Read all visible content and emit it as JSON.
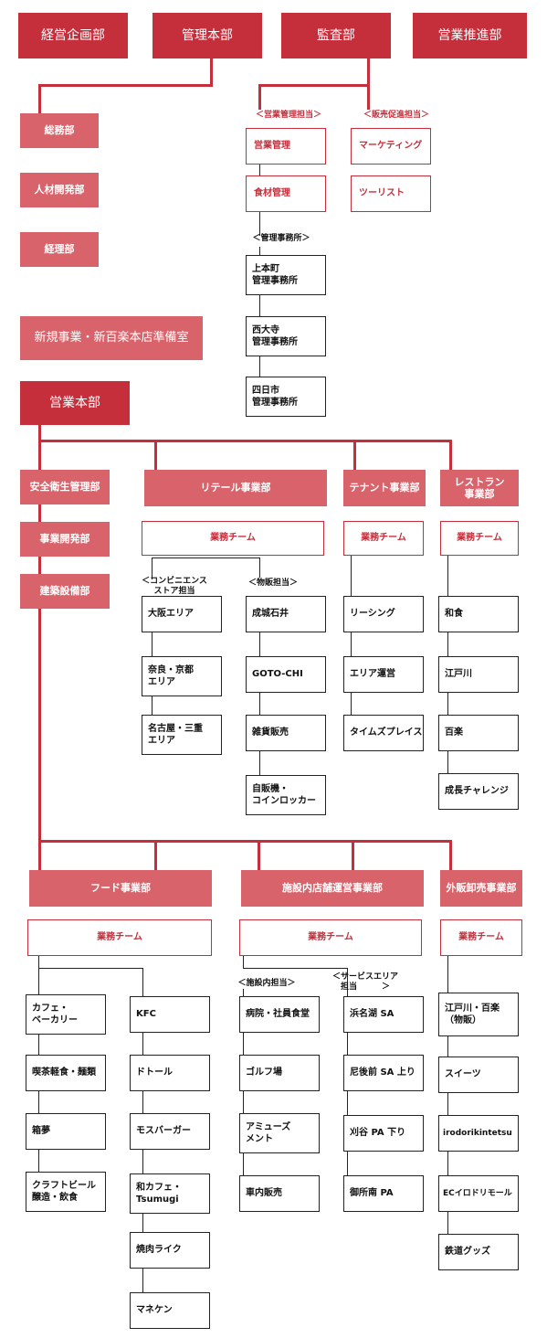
{
  "colors": {
    "primary": "#c52f3b",
    "secondary": "#d9636b",
    "line_dark": "#222222"
  },
  "top_units": [
    "経営企画部",
    "管理本部",
    "監査部",
    "営業推進部"
  ],
  "admin": [
    "総務部",
    "人材開発部",
    "経理部"
  ],
  "promo": {
    "sales_mgmt_label": "＜営業管理担当＞",
    "sales_promo_label": "＜販売促進担当＞",
    "sales_mgmt_items": [
      "営業管理",
      "食材管理"
    ],
    "sales_promo_items": [
      "マーケティング",
      "ツーリスト"
    ],
    "offices_label": "＜管理事務所＞",
    "offices": [
      "上本町\n管理事務所",
      "西大寺\n管理事務所",
      "四日市\n管理事務所"
    ]
  },
  "prep_office": "新規事業・新百楽本店準備室",
  "sales_hq": "営業本部",
  "staff_units": [
    "安全衛生管理部",
    "事業開発部",
    "建築設備部"
  ],
  "divisions": {
    "retail": "リテール事業部",
    "tenant": "テナント事業部",
    "restaurant": "レストラン\n事業部",
    "food": "フード事業部",
    "facility": "施設内店舗運営事業部",
    "wholesale": "外販卸売事業部"
  },
  "team_label": "業務チーム",
  "retail": {
    "convenience_label": "＜コンビニエンス\nストア担当",
    "goods_label": "＜物販担当＞",
    "convenience": [
      "大阪エリア",
      "奈良・京都\nエリア",
      "名古屋・三重\nエリア"
    ],
    "goods": [
      "成城石井",
      "GOTO-CHI",
      "雑貨販売",
      "自販機・\nコインロッカー"
    ]
  },
  "tenant": [
    "リーシング",
    "エリア運営",
    "タイムズプレイス"
  ],
  "restaurant": [
    "和食",
    "江戸川",
    "百楽",
    "成長チャレンジ"
  ],
  "food": {
    "left": [
      "カフェ・\nベーカリー",
      "喫茶軽食・麺類",
      "箱夢",
      "クラフトビール\n醸造・飲食"
    ],
    "right": [
      "KFC",
      "ドトール",
      "モスバーガー",
      "和カフェ・\nTsumugi",
      "焼肉ライク",
      "マネケン"
    ]
  },
  "facility": {
    "in_facility_label": "＜施設内担当＞",
    "service_area_label": "＜サービスエリア\n担当　　　＞",
    "in_facility": [
      "病院・社員食堂",
      "ゴルフ場",
      "アミューズ\nメント",
      "車内販売"
    ],
    "service_area": [
      "浜名湖 SA",
      "尼後前 SA 上り",
      "刈谷 PA 下り",
      "御所南 PA"
    ]
  },
  "wholesale": [
    "江戸川・百楽\n（物販）",
    "スイーツ",
    "irodorikintetsu",
    "ECイロドリモール",
    "鉄道グッズ"
  ]
}
